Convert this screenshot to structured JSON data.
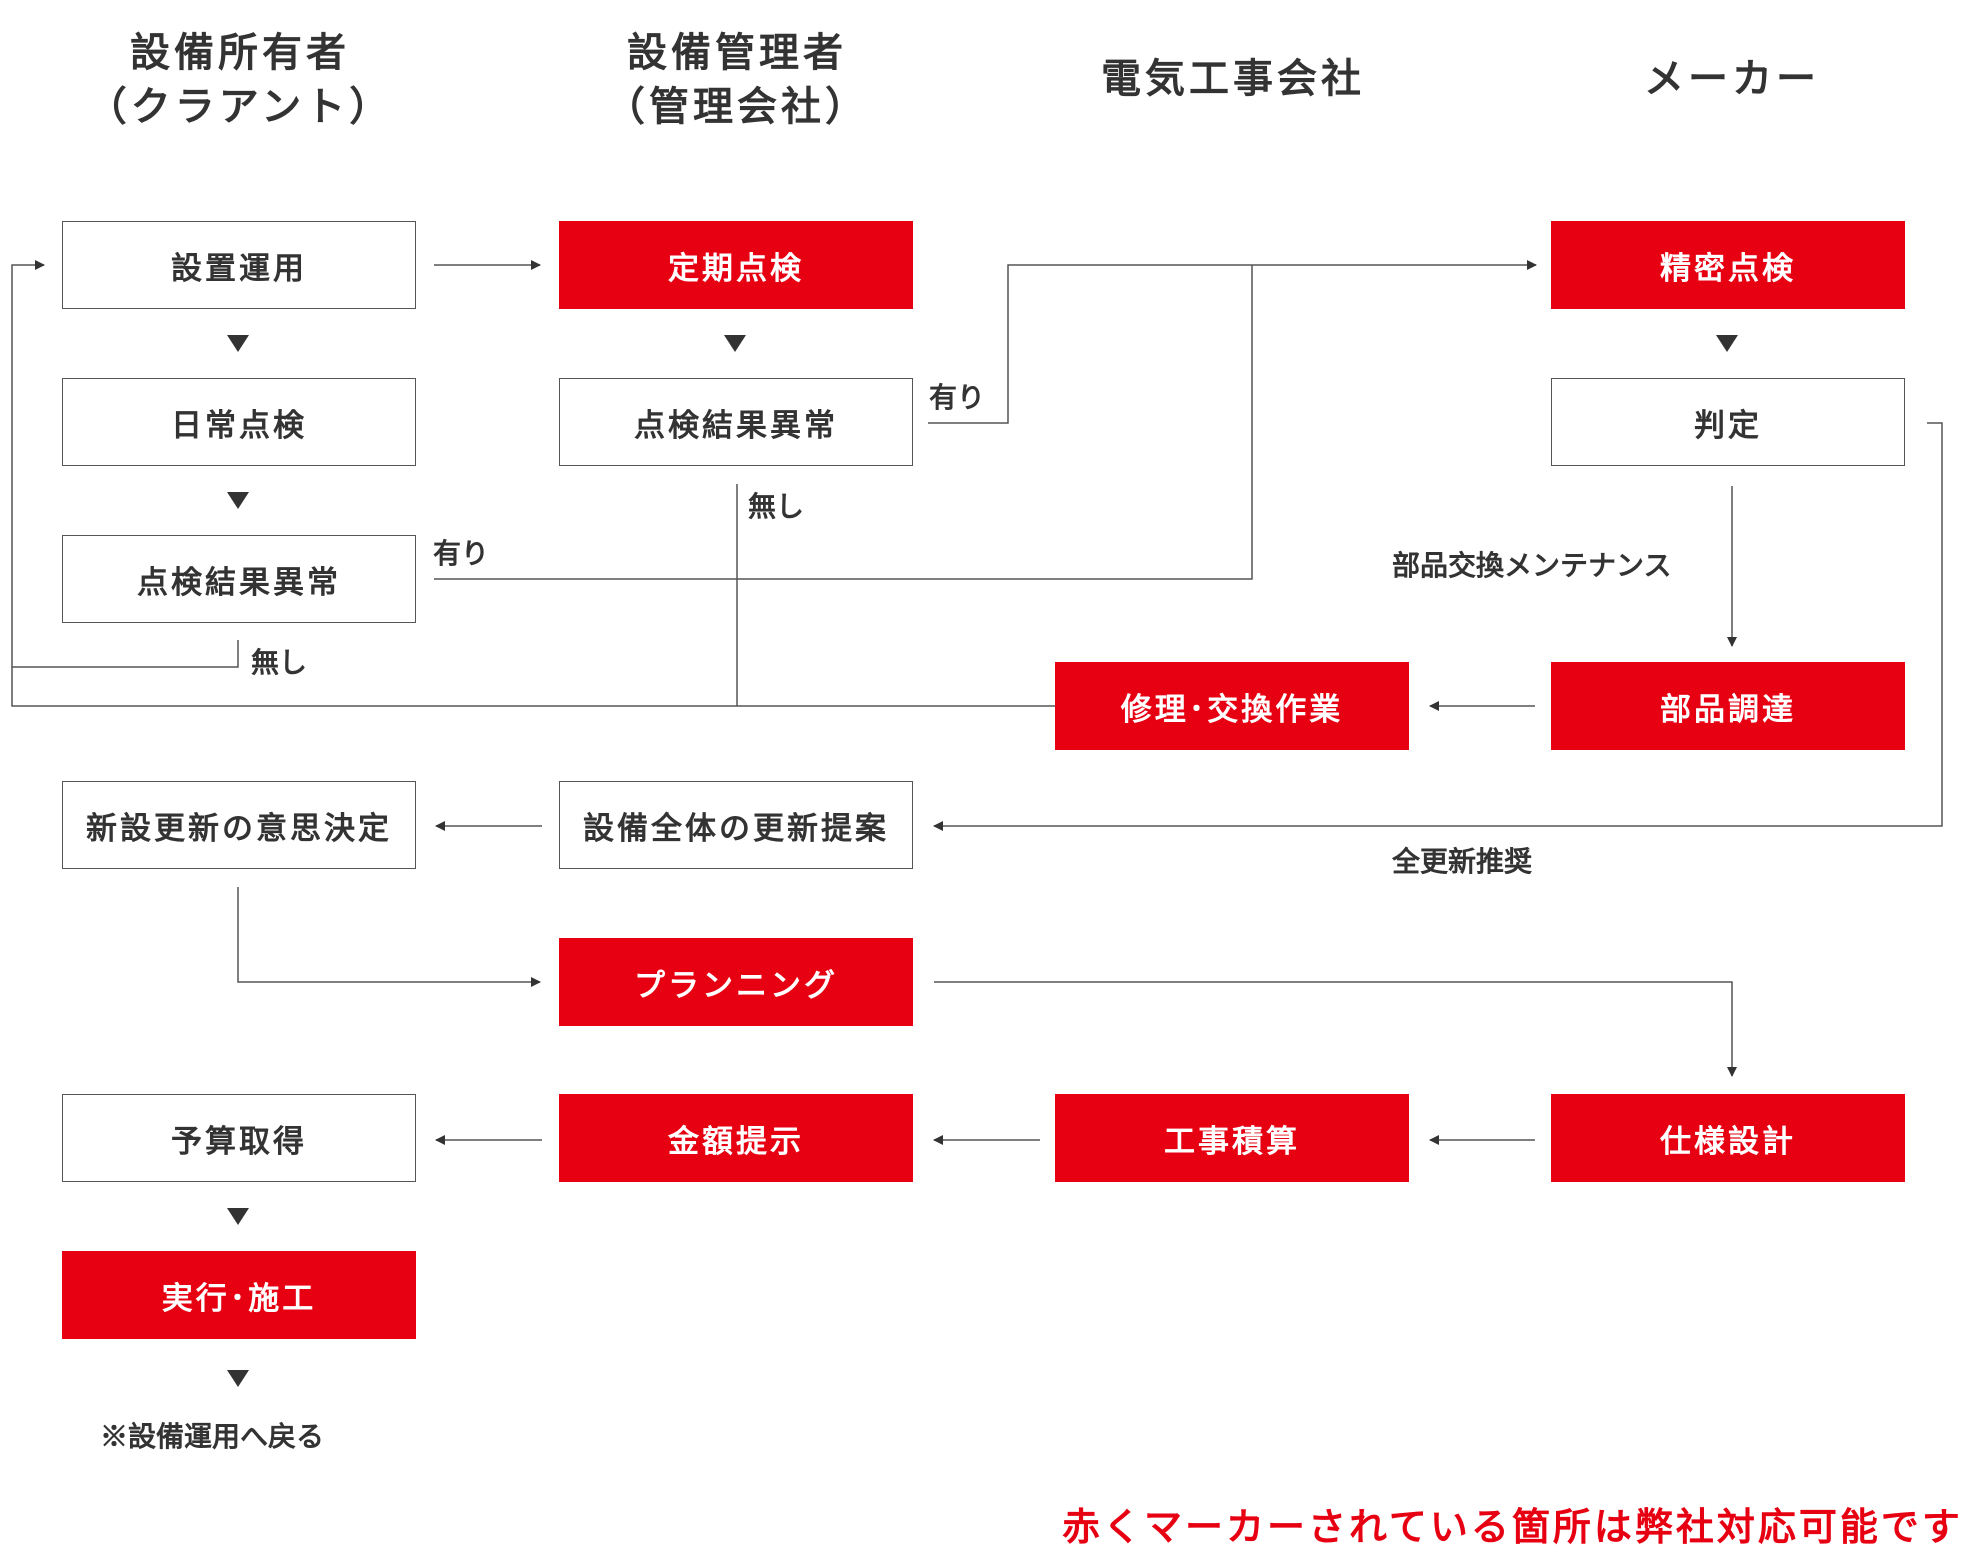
{
  "columns": {
    "owner": {
      "line1": "設備所有者",
      "line2": "（クラアント）"
    },
    "manager": {
      "line1": "設備管理者",
      "line2": "（管理会社）"
    },
    "electric": {
      "line1": "電気工事会社"
    },
    "maker": {
      "line1": "メーカー"
    }
  },
  "nodes": {
    "install_operation": "設置運用",
    "daily_inspection": "日常点検",
    "owner_result_abnormal": "点検結果異常",
    "periodic_inspection": "定期点検",
    "manager_result_abnormal": "点検結果異常",
    "precision_inspection": "精密点検",
    "judgment": "判定",
    "parts_procurement": "部品調達",
    "repair_replacement": "修理･交換作業",
    "new_renewal_decision": "新設更新の意思決定",
    "overall_renewal_proposal": "設備全体の更新提案",
    "planning": "プランニング",
    "spec_design": "仕様設計",
    "construction_estimate": "工事積算",
    "price_presentation": "金額提示",
    "budget_acquisition": "予算取得",
    "execution_construction": "実行･施工"
  },
  "labels": {
    "manager_yes": "有り",
    "manager_no": "無し",
    "owner_yes": "有り",
    "owner_no": "無し",
    "parts_maintenance": "部品交換メンテナンス",
    "full_renewal_recommended": "全更新推奨",
    "return_note": "※設備運用へ戻る"
  },
  "footer_note": "赤くマーカーされている箇所は弊社対応可能です",
  "colors": {
    "accent_red": "#e60012",
    "line": "#555555",
    "text": "#333333"
  }
}
